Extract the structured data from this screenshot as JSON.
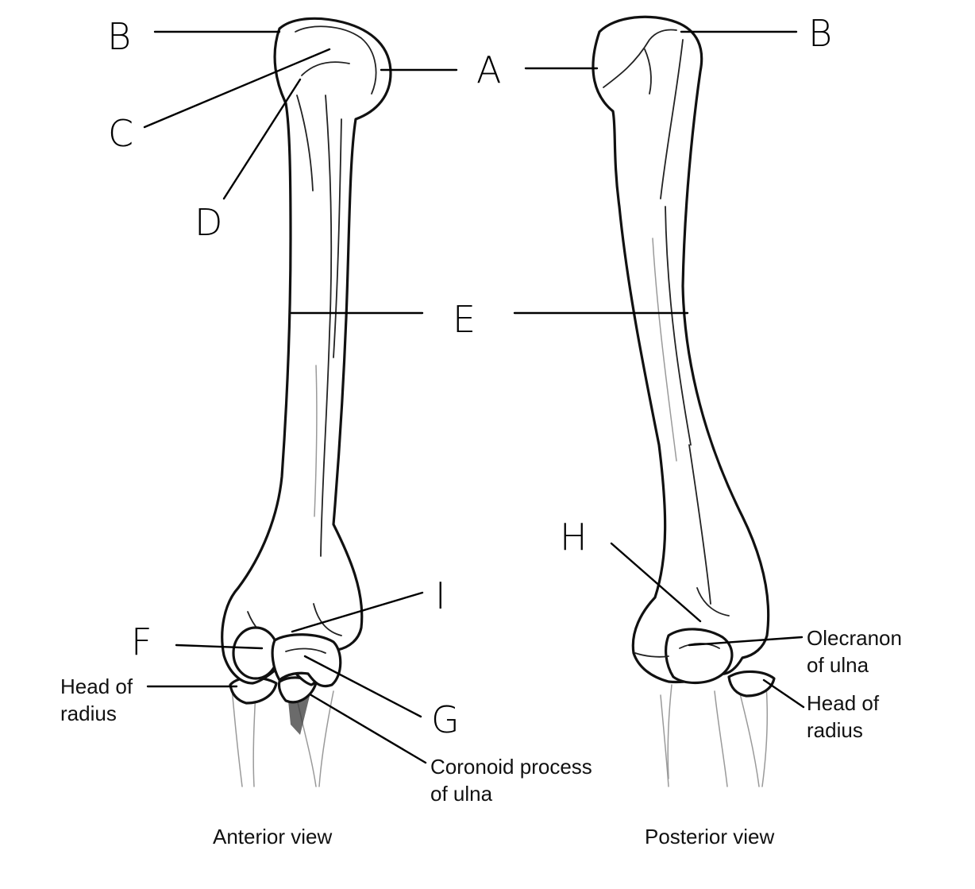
{
  "letters": {
    "A": "A",
    "B_left": "B",
    "B_right": "B",
    "C": "C",
    "D": "D",
    "E": "E",
    "F": "F",
    "G": "G",
    "H": "H",
    "I": "I"
  },
  "anterior": {
    "head_of_radius": [
      "Head of",
      "radius"
    ],
    "coronoid_process": [
      "Coronoid process",
      "of ulna"
    ],
    "caption": "Anterior view"
  },
  "posterior": {
    "olecranon": [
      "Olecranon",
      "of ulna"
    ],
    "head_of_radius": [
      "Head of",
      "radius"
    ],
    "caption": "Posterior view"
  }
}
